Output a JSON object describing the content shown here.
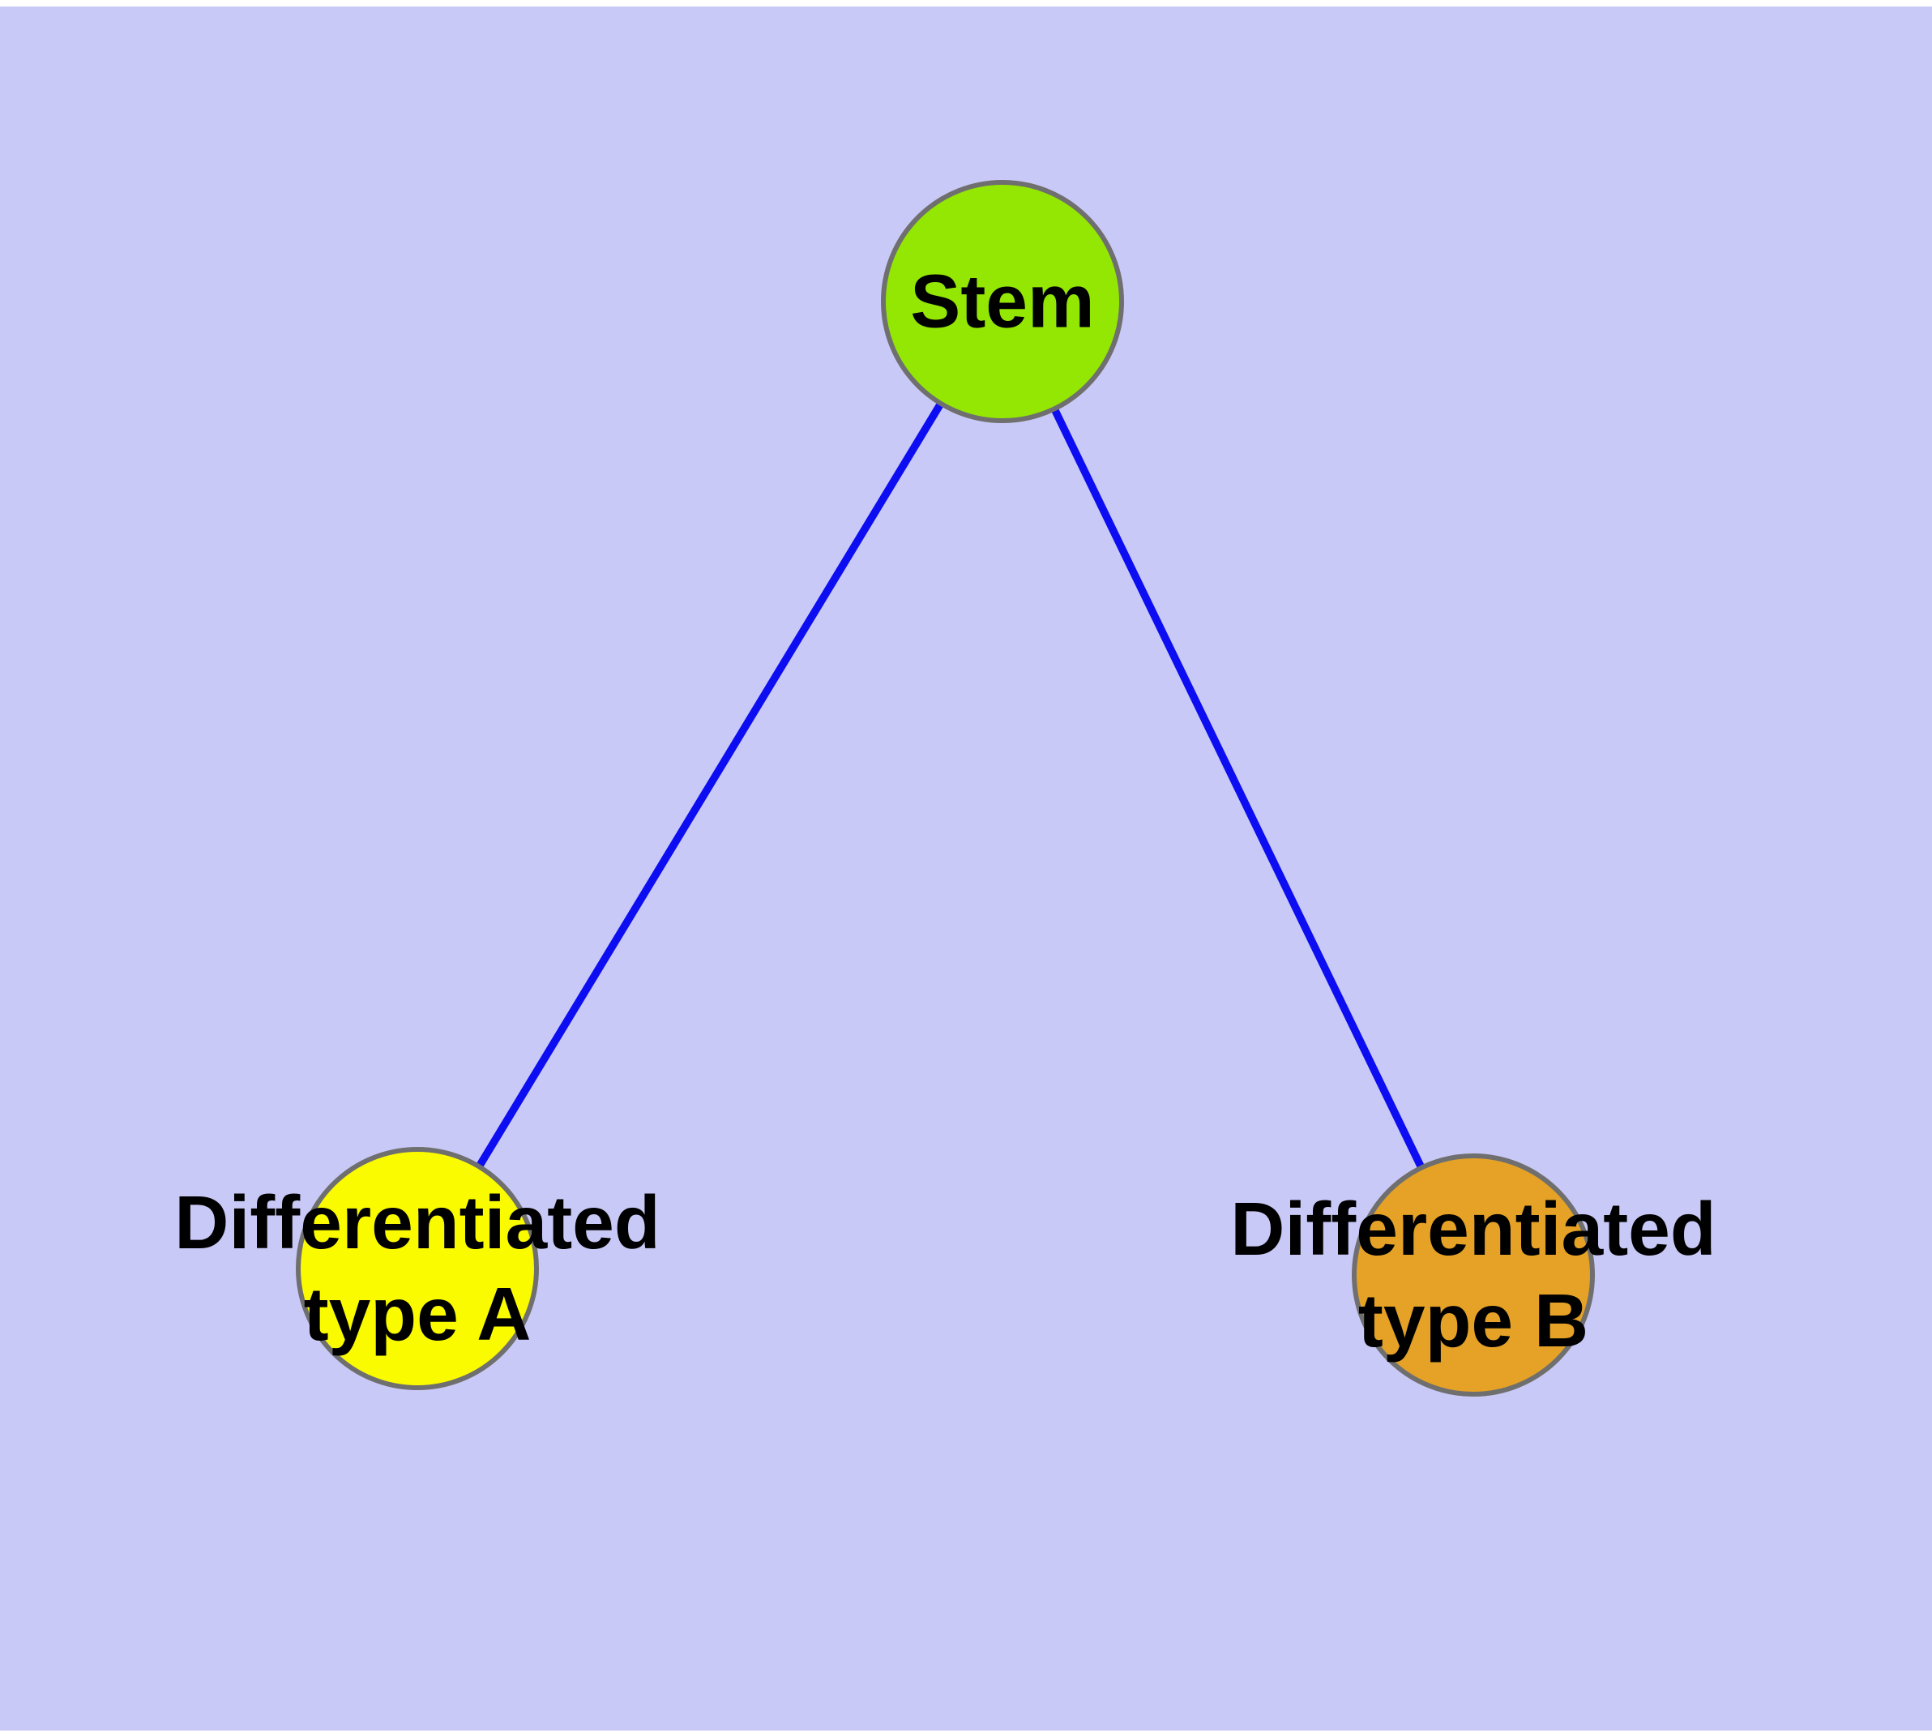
{
  "diagram": {
    "background_color": "#c9c9f7",
    "margin_color": "#ffffff",
    "text_color": "#000000",
    "nodes": [
      {
        "id": "stem",
        "label": "Stem",
        "fill": "#93e703",
        "border_color": "#6f6f6f"
      },
      {
        "id": "differentiated-type-a",
        "label": "Differentiated\ntype A",
        "fill": "#fbfb00",
        "border_color": "#6f6f6f"
      },
      {
        "id": "differentiated-type-b",
        "label": "Differentiated\ntype B",
        "fill": "#e5a226",
        "border_color": "#6f6f6f"
      }
    ],
    "edges": [
      {
        "from": "Stem",
        "to": "Differentiated type A",
        "color": "#0d0df2"
      },
      {
        "from": "Stem",
        "to": "Differentiated type B",
        "color": "#0d0df2"
      }
    ]
  }
}
